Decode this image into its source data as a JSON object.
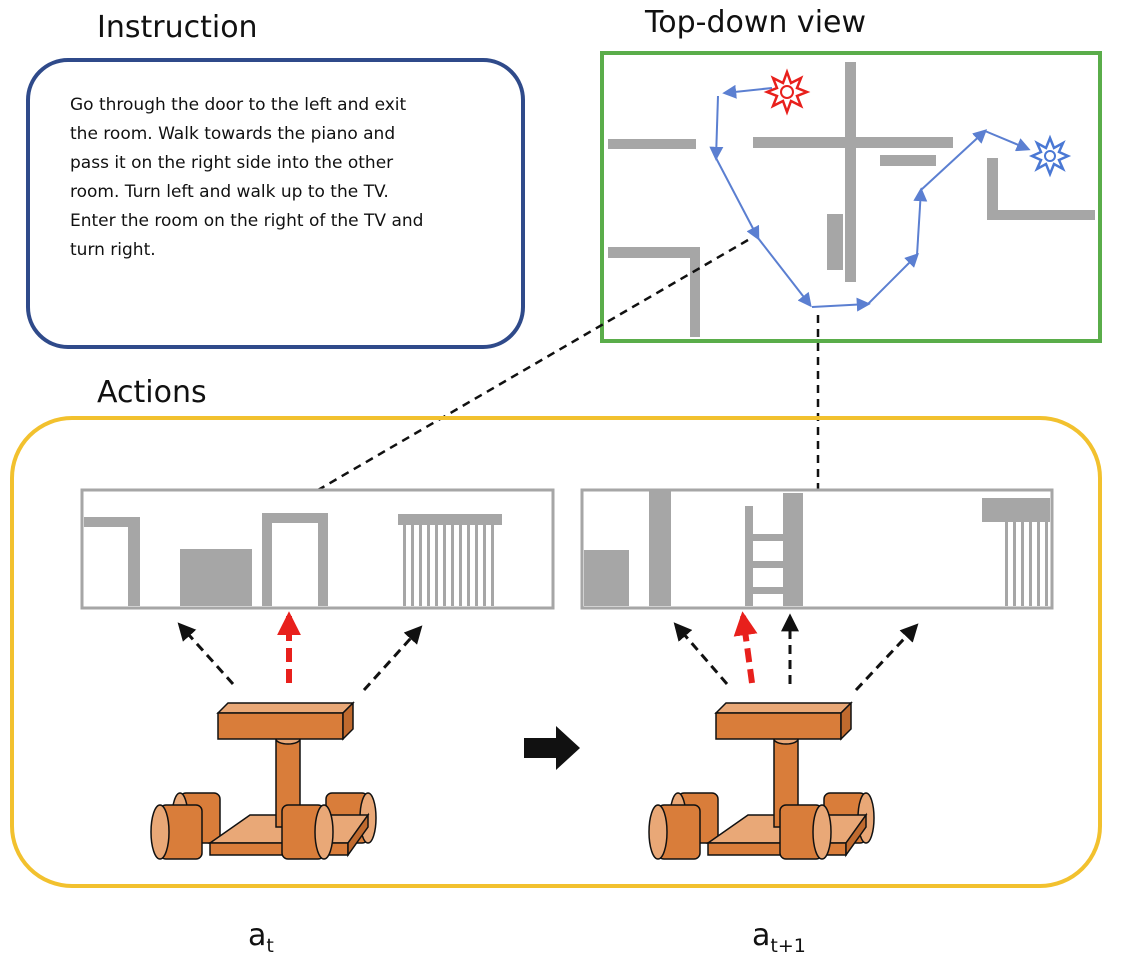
{
  "titles": {
    "instruction": "Instruction",
    "top_down": "Top-down view",
    "actions": "Actions"
  },
  "instruction_lines": [
    "Go through the door to the left and exit",
    "the room. Walk  towards the piano and",
    "pass it on the right side into the other",
    "room. Turn left and walk up to the TV.",
    "Enter the room on the right of the TV and",
    "turn right."
  ],
  "action_labels": {
    "a_t": {
      "base": "a",
      "sub": "t"
    },
    "a_t1": {
      "base": "a",
      "sub": "t+1"
    }
  },
  "colors": {
    "instruction_border": "#2f4a8a",
    "topdown_border": "#5aad4a",
    "actions_border": "#f2c12e",
    "wall_gray": "#a6a6a6",
    "path_blue": "#5b7fd1",
    "start_red": "#e8201c",
    "goal_blue": "#4a78d4",
    "chosen_arrow_red": "#e8201c",
    "robot_orange": "#d97d3a"
  },
  "icons": {
    "start": "red-star-icon",
    "goal": "blue-star-icon",
    "transition": "right-arrow-icon",
    "agent": "robot-icon"
  }
}
